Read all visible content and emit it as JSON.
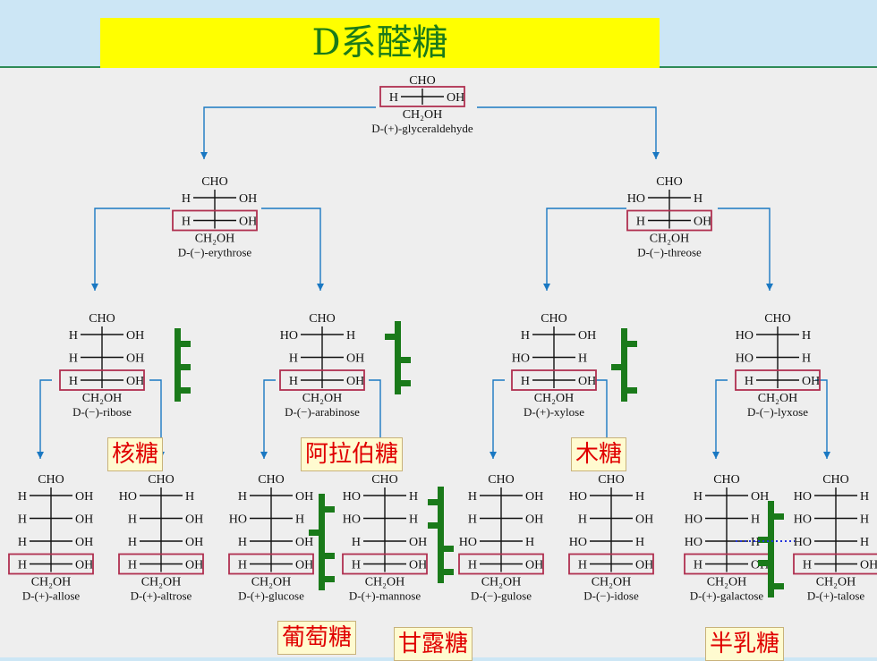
{
  "title": "D系醛糖",
  "molecules": [
    {
      "id": "glyceraldehyde",
      "top": "CHO",
      "rows": [
        [
          "H",
          "OH"
        ]
      ],
      "bottom": "CH₂OH",
      "name": "D-(+)-glyceraldehyde"
    },
    {
      "id": "erythrose",
      "top": "CHO",
      "rows": [
        [
          "H",
          "OH"
        ],
        [
          "H",
          "OH"
        ]
      ],
      "bottom": "CH₂OH",
      "name": "D-(−)-erythrose"
    },
    {
      "id": "threose",
      "top": "CHO",
      "rows": [
        [
          "HO",
          "H"
        ],
        [
          "H",
          "OH"
        ]
      ],
      "bottom": "CH₂OH",
      "name": "D-(−)-threose"
    },
    {
      "id": "ribose",
      "top": "CHO",
      "rows": [
        [
          "H",
          "OH"
        ],
        [
          "H",
          "OH"
        ],
        [
          "H",
          "OH"
        ]
      ],
      "bottom": "CH₂OH",
      "name": "D-(−)-ribose"
    },
    {
      "id": "arabinose",
      "top": "CHO",
      "rows": [
        [
          "HO",
          "H"
        ],
        [
          "H",
          "OH"
        ],
        [
          "H",
          "OH"
        ]
      ],
      "bottom": "CH₂OH",
      "name": "D-(−)-arabinose"
    },
    {
      "id": "xylose",
      "top": "CHO",
      "rows": [
        [
          "H",
          "OH"
        ],
        [
          "HO",
          "H"
        ],
        [
          "H",
          "OH"
        ]
      ],
      "bottom": "CH₂OH",
      "name": "D-(+)-xylose"
    },
    {
      "id": "lyxose",
      "top": "CHO",
      "rows": [
        [
          "HO",
          "H"
        ],
        [
          "HO",
          "H"
        ],
        [
          "H",
          "OH"
        ]
      ],
      "bottom": "CH₂OH",
      "name": "D-(−)-lyxose"
    },
    {
      "id": "allose",
      "top": "CHO",
      "rows": [
        [
          "H",
          "OH"
        ],
        [
          "H",
          "OH"
        ],
        [
          "H",
          "OH"
        ],
        [
          "H",
          "OH"
        ]
      ],
      "bottom": "CH₂OH",
      "name": "D-(+)-allose"
    },
    {
      "id": "altrose",
      "top": "CHO",
      "rows": [
        [
          "HO",
          "H"
        ],
        [
          "H",
          "OH"
        ],
        [
          "H",
          "OH"
        ],
        [
          "H",
          "OH"
        ]
      ],
      "bottom": "CH₂OH",
      "name": "D-(+)-altrose"
    },
    {
      "id": "glucose",
      "top": "CHO",
      "rows": [
        [
          "H",
          "OH"
        ],
        [
          "HO",
          "H"
        ],
        [
          "H",
          "OH"
        ],
        [
          "H",
          "OH"
        ]
      ],
      "bottom": "CH₂OH",
      "name": "D-(+)-glucose"
    },
    {
      "id": "mannose",
      "top": "CHO",
      "rows": [
        [
          "HO",
          "H"
        ],
        [
          "HO",
          "H"
        ],
        [
          "H",
          "OH"
        ],
        [
          "H",
          "OH"
        ]
      ],
      "bottom": "CH₂OH",
      "name": "D-(+)-mannose"
    },
    {
      "id": "gulose",
      "top": "CHO",
      "rows": [
        [
          "H",
          "OH"
        ],
        [
          "H",
          "OH"
        ],
        [
          "HO",
          "H"
        ],
        [
          "H",
          "OH"
        ]
      ],
      "bottom": "CH₂OH",
      "name": "D-(−)-gulose"
    },
    {
      "id": "idose",
      "top": "CHO",
      "rows": [
        [
          "HO",
          "H"
        ],
        [
          "H",
          "OH"
        ],
        [
          "HO",
          "H"
        ],
        [
          "H",
          "OH"
        ]
      ],
      "bottom": "CH₂OH",
      "name": "D-(−)-idose"
    },
    {
      "id": "galactose",
      "top": "CHO",
      "rows": [
        [
          "H",
          "OH"
        ],
        [
          "HO",
          "H"
        ],
        [
          "HO",
          "H"
        ],
        [
          "H",
          "OH"
        ]
      ],
      "bottom": "CH₂OH",
      "name": "D-(+)-galactose"
    },
    {
      "id": "talose",
      "top": "CHO",
      "rows": [
        [
          "HO",
          "H"
        ],
        [
          "HO",
          "H"
        ],
        [
          "HO",
          "H"
        ],
        [
          "H",
          "OH"
        ]
      ],
      "bottom": "CH₂OH",
      "name": "D-(+)-talose"
    }
  ],
  "labels": {
    "ribose": "核糖",
    "arabinose": "阿拉伯糖",
    "xylose": "木糖",
    "glucose": "葡萄糖",
    "mannose": "甘露糖",
    "galactose": "半乳糖"
  },
  "colors": {
    "arrow": "#1a78c2",
    "box": "#b03050",
    "bracket": "#1a7a1a",
    "label": "#e00000"
  }
}
